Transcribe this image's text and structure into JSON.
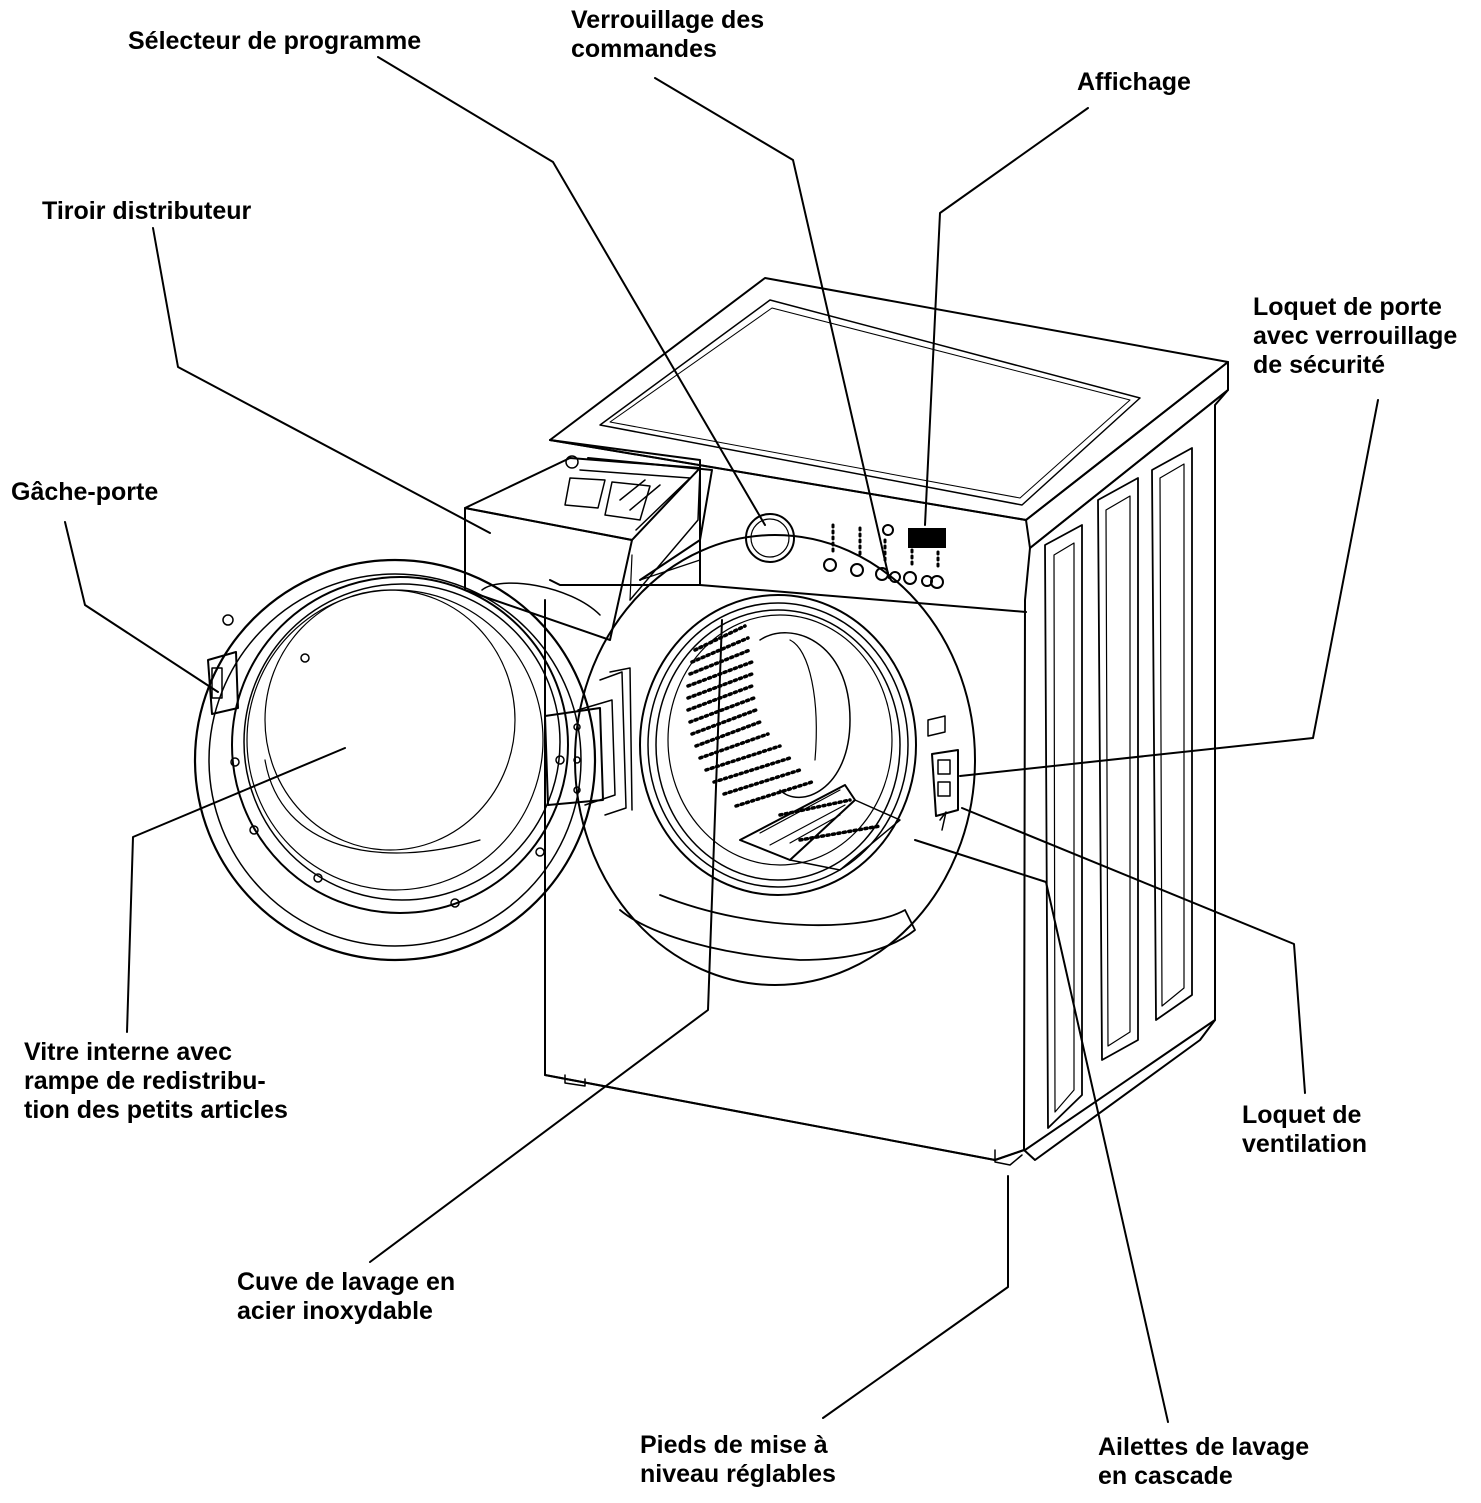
{
  "callouts": {
    "selecteur": [
      "Sélecteur de programme"
    ],
    "verrouillage": [
      "Verrouillage des",
      "commandes"
    ],
    "affichage": [
      "Affichage"
    ],
    "tiroir": [
      "Tiroir distributeur"
    ],
    "loquet_porte": [
      "Loquet de porte",
      "avec verrouillage",
      "de sécurité"
    ],
    "gache": [
      "Gâche-porte"
    ],
    "vitre": [
      "Vitre interne avec",
      "rampe de redistribu-",
      "tion des petits articles"
    ],
    "loquet_ventilation": [
      "Loquet de",
      "ventilation"
    ],
    "cuve": [
      "Cuve de lavage en",
      "acier inoxydable"
    ],
    "pieds": [
      "Pieds de mise à",
      "niveau réglables"
    ],
    "ailettes": [
      "Ailettes de lavage",
      "en cascade"
    ]
  },
  "colors": {
    "ink": "#000000",
    "background": "#ffffff"
  }
}
